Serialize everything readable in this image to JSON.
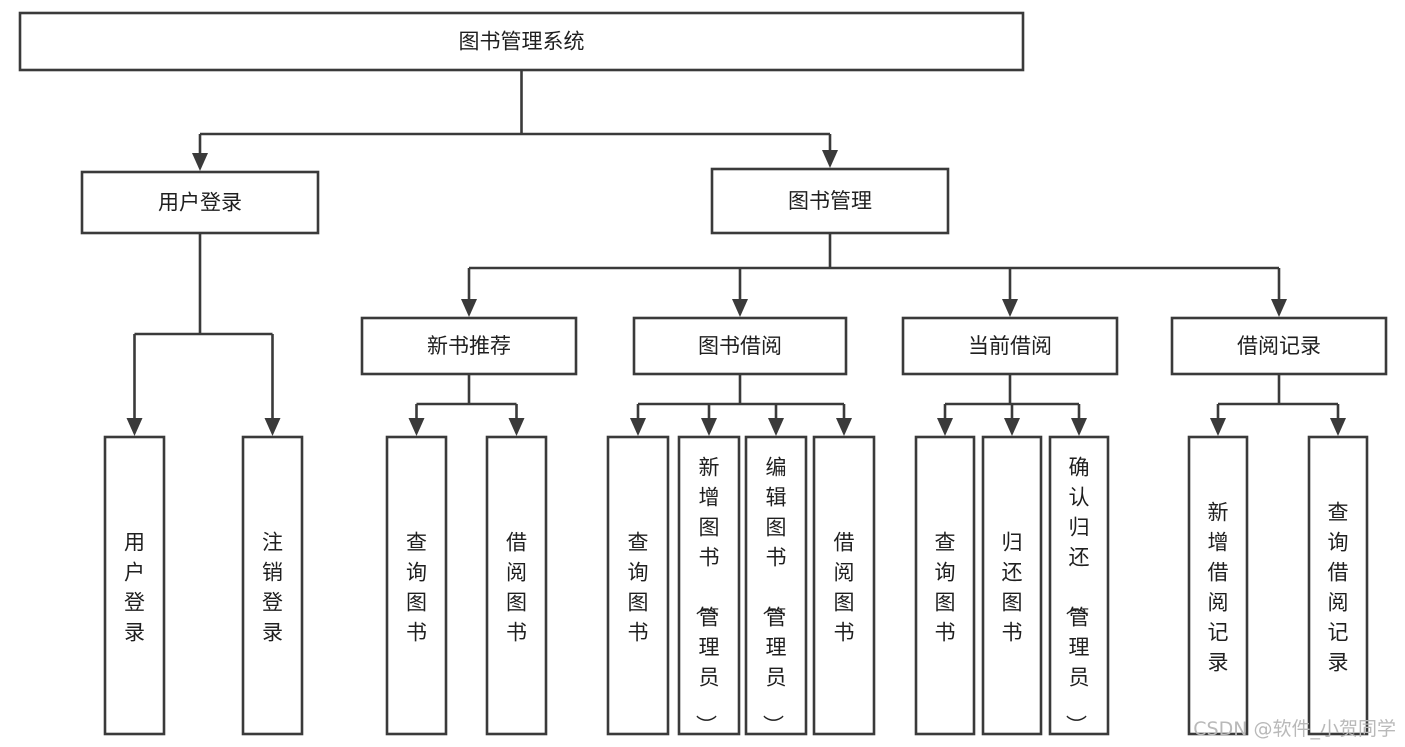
{
  "diagram": {
    "title": "图书管理系统",
    "type": "hierarchy-tree",
    "orientation": "top-down",
    "levels": 4,
    "colors": {
      "stroke": "#3a3a3a",
      "fill": "#ffffff",
      "text": "#1f1f1f",
      "background": "#ffffff",
      "watermark": "#b9b9b9"
    },
    "nodes": {
      "root": {
        "label": "图书管理系统",
        "orientation": "horizontal"
      },
      "user_login": {
        "label": "用户登录",
        "orientation": "horizontal"
      },
      "book_manage": {
        "label": "图书管理",
        "orientation": "horizontal"
      },
      "new_book_rec": {
        "label": "新书推荐",
        "orientation": "horizontal"
      },
      "book_borrow": {
        "label": "图书借阅",
        "orientation": "horizontal"
      },
      "current_borrow": {
        "label": "当前借阅",
        "orientation": "horizontal"
      },
      "borrow_record": {
        "label": "借阅记录",
        "orientation": "horizontal"
      },
      "leaf_user_login": {
        "label": "用户登录",
        "orientation": "vertical"
      },
      "leaf_logout": {
        "label": "注销登录",
        "orientation": "vertical"
      },
      "leaf_query_book_1": {
        "label": "查询图书",
        "orientation": "vertical"
      },
      "leaf_borrow_book_1": {
        "label": "借阅图书",
        "orientation": "vertical"
      },
      "leaf_query_book_2": {
        "label": "查询图书",
        "orientation": "vertical"
      },
      "leaf_add_book": {
        "label": "新增图书（管理员）",
        "orientation": "vertical"
      },
      "leaf_edit_book": {
        "label": "编辑图书（管理员）",
        "orientation": "vertical"
      },
      "leaf_borrow_book_2": {
        "label": "借阅图书",
        "orientation": "vertical"
      },
      "leaf_query_book_3": {
        "label": "查询图书",
        "orientation": "vertical"
      },
      "leaf_return_book": {
        "label": "归还图书",
        "orientation": "vertical"
      },
      "leaf_confirm_return": {
        "label": "确认归还（管理员）",
        "orientation": "vertical"
      },
      "leaf_add_record": {
        "label": "新增借阅记录",
        "orientation": "vertical"
      },
      "leaf_query_record": {
        "label": "查询借阅记录",
        "orientation": "vertical"
      }
    },
    "edges": [
      {
        "from": "root",
        "to": "user_login"
      },
      {
        "from": "root",
        "to": "book_manage"
      },
      {
        "from": "user_login",
        "to": "leaf_user_login"
      },
      {
        "from": "user_login",
        "to": "leaf_logout"
      },
      {
        "from": "book_manage",
        "to": "new_book_rec"
      },
      {
        "from": "book_manage",
        "to": "book_borrow"
      },
      {
        "from": "book_manage",
        "to": "current_borrow"
      },
      {
        "from": "book_manage",
        "to": "borrow_record"
      },
      {
        "from": "new_book_rec",
        "to": "leaf_query_book_1"
      },
      {
        "from": "new_book_rec",
        "to": "leaf_borrow_book_1"
      },
      {
        "from": "book_borrow",
        "to": "leaf_query_book_2"
      },
      {
        "from": "book_borrow",
        "to": "leaf_add_book"
      },
      {
        "from": "book_borrow",
        "to": "leaf_edit_book"
      },
      {
        "from": "book_borrow",
        "to": "leaf_borrow_book_2"
      },
      {
        "from": "current_borrow",
        "to": "leaf_query_book_3"
      },
      {
        "from": "current_borrow",
        "to": "leaf_return_book"
      },
      {
        "from": "current_borrow",
        "to": "leaf_confirm_return"
      },
      {
        "from": "borrow_record",
        "to": "leaf_add_record"
      },
      {
        "from": "borrow_record",
        "to": "leaf_query_record"
      }
    ]
  },
  "watermark": {
    "text": "CSDN @软件_小贺同学"
  }
}
